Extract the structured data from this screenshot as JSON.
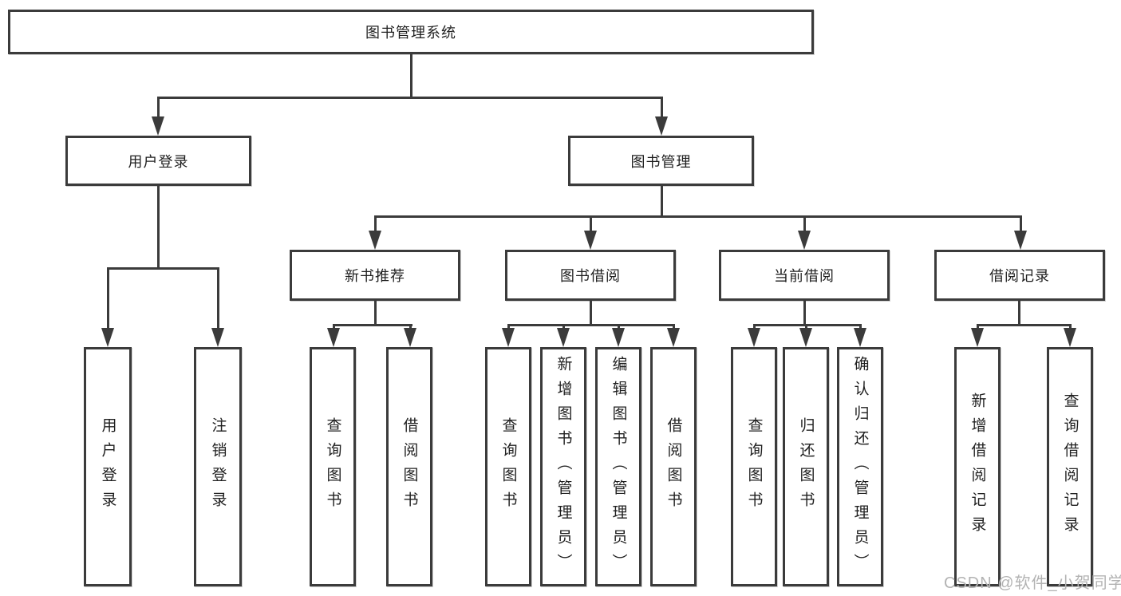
{
  "diagram": {
    "type": "hierarchy-tree",
    "watermark": "CSDN @软件_小贺同学",
    "colors": {
      "line": "#3b3b3b",
      "box_border": "#3b3b3b",
      "box_background": "#ffffff",
      "text": "#1f1f1f",
      "watermark": "#b3b3b3",
      "page_background": "#ffffff"
    },
    "nodes": {
      "root": {
        "label": "图书管理系统"
      },
      "login": {
        "label": "用户登录"
      },
      "mgmt": {
        "label": "图书管理"
      },
      "newbook": {
        "label": "新书推荐"
      },
      "borrow": {
        "label": "图书借阅"
      },
      "current": {
        "label": "当前借阅"
      },
      "records": {
        "label": "借阅记录"
      },
      "login_user": {
        "label": "用户登录"
      },
      "login_logout": {
        "label": "注销登录"
      },
      "newbook_query": {
        "label": "查询图书"
      },
      "newbook_borrow": {
        "label": "借阅图书"
      },
      "borrow_query": {
        "label": "查询图书"
      },
      "borrow_add": {
        "label": "新增图书（管理员）"
      },
      "borrow_edit": {
        "label": "编辑图书（管理员）"
      },
      "borrow_lend": {
        "label": "借阅图书"
      },
      "current_query": {
        "label": "查询图书"
      },
      "current_return": {
        "label": "归还图书"
      },
      "current_confirm": {
        "label": "确认归还（管理员）"
      },
      "records_add": {
        "label": "新增借阅记录"
      },
      "records_query": {
        "label": "查询借阅记录"
      }
    },
    "hierarchy": {
      "图书管理系统": {
        "用户登录": [
          "用户登录",
          "注销登录"
        ],
        "图书管理": {
          "新书推荐": [
            "查询图书",
            "借阅图书"
          ],
          "图书借阅": [
            "查询图书",
            "新增图书（管理员）",
            "编辑图书（管理员）",
            "借阅图书"
          ],
          "当前借阅": [
            "查询图书",
            "归还图书",
            "确认归还（管理员）"
          ],
          "借阅记录": [
            "新增借阅记录",
            "查询借阅记录"
          ]
        }
      }
    }
  }
}
